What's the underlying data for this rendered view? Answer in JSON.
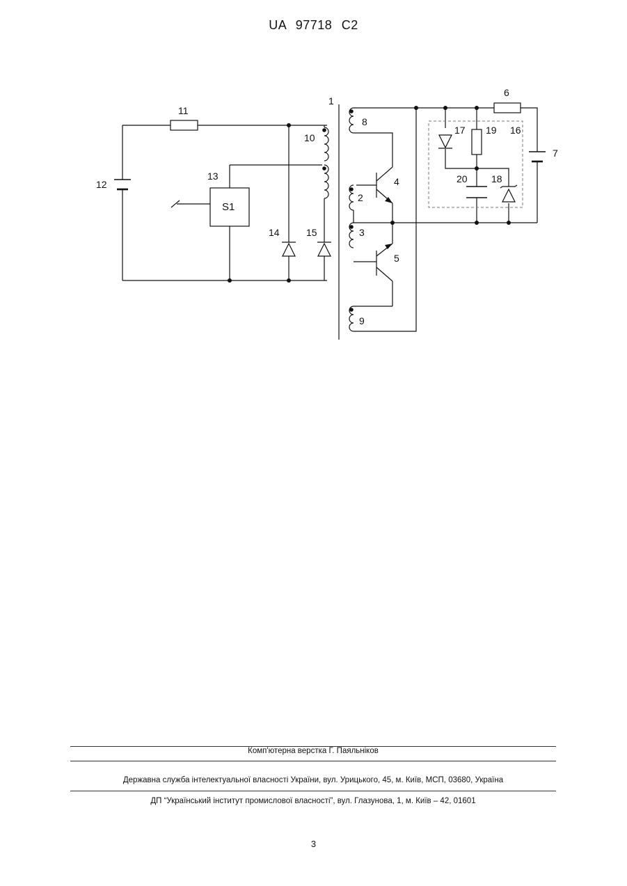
{
  "header": {
    "patent_number": "UA   97718   C2"
  },
  "diagram": {
    "labels": {
      "l1": "1",
      "l2": "2",
      "l3": "3",
      "l4": "4",
      "l5": "5",
      "l6": "6",
      "l7": "7",
      "l8": "8",
      "l9": "9",
      "l10": "10",
      "l11": "11",
      "l12": "12",
      "l13": "13",
      "l14": "14",
      "l15": "15",
      "l16": "16",
      "l17": "17",
      "l18": "18",
      "l19": "19",
      "l20": "20",
      "s1": "S1"
    }
  },
  "footer": {
    "line1": "Комп'ютерна верстка Г. Паяльніков",
    "line2": "Державна служба інтелектуальної власності України, вул. Урицького, 45, м. Київ, МСП, 03680, Україна",
    "line3": "ДП “Український інститут промислової власності”, вул. Глазунова, 1, м. Київ – 42, 01601",
    "page_number": "3"
  }
}
